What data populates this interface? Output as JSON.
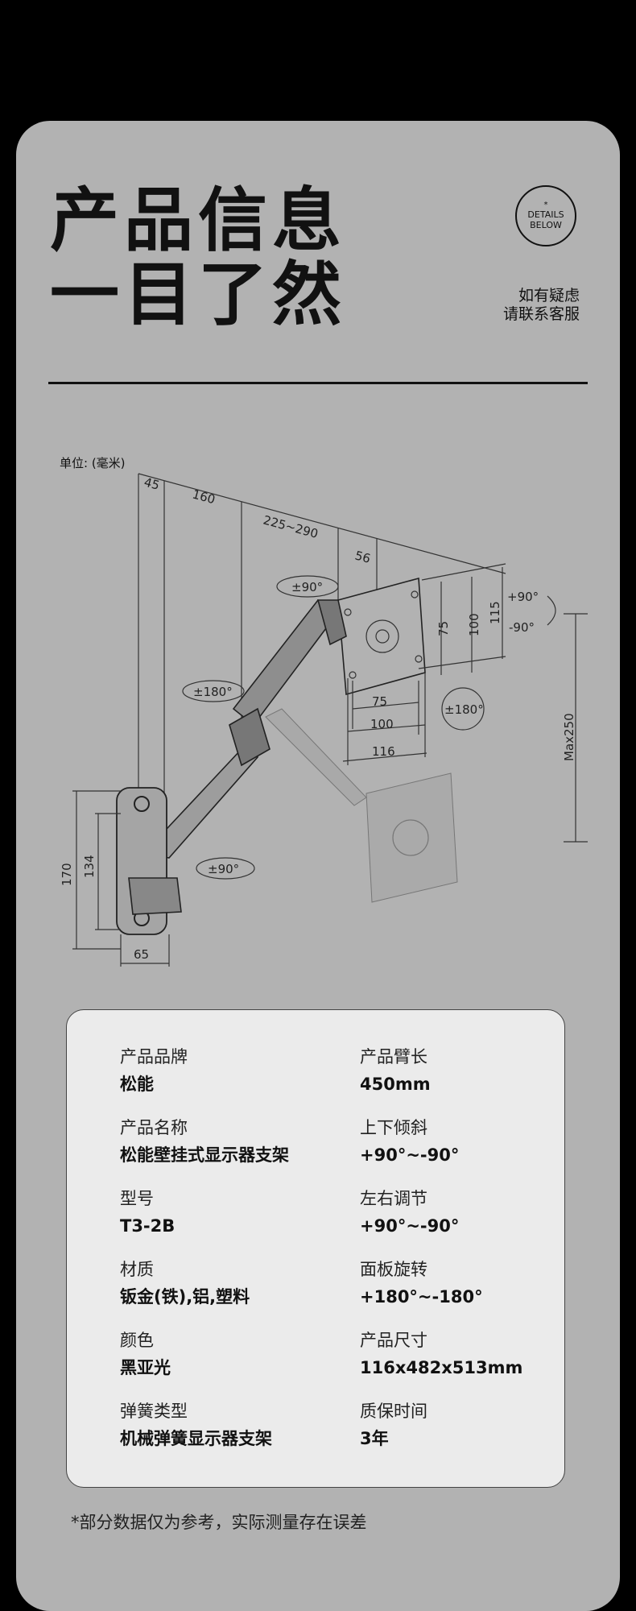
{
  "header": {
    "title_line1": "产品信息",
    "title_line2": "一目了然",
    "badge_star": "*",
    "badge_line1": "DETAILS",
    "badge_line2": "BELOW",
    "contact_line1": "如有疑虑",
    "contact_line2": "请联系客服"
  },
  "diagram": {
    "unit_label": "单位: (毫米)",
    "dims": {
      "d45": "45",
      "d160": "160",
      "d225": "225~290",
      "d56": "56",
      "d75v": "75",
      "d100v": "100",
      "d115v": "115",
      "d75h": "75",
      "d100h": "100",
      "d116h": "116",
      "d170": "170",
      "d134": "134",
      "d65": "65",
      "max250": "Max250"
    },
    "rotations": {
      "r90a": "±90°",
      "r180a": "±180°",
      "r180b": "±180°",
      "r90b": "±90°",
      "tilt_up": "+90°",
      "tilt_down": "-90°"
    }
  },
  "specs": [
    {
      "label": "产品品牌",
      "value": "松能"
    },
    {
      "label": "产品臂长",
      "value": "450mm"
    },
    {
      "label": "产品名称",
      "value": "松能壁挂式显示器支架"
    },
    {
      "label": "上下倾斜",
      "value": "+90°~-90°"
    },
    {
      "label": "型号",
      "value": "T3-2B"
    },
    {
      "label": "左右调节",
      "value": "+90°~-90°"
    },
    {
      "label": "材质",
      "value": "钣金(铁),铝,塑料"
    },
    {
      "label": "面板旋转",
      "value": "+180°~-180°"
    },
    {
      "label": "颜色",
      "value": "黑亚光"
    },
    {
      "label": "产品尺寸",
      "value": "116x482x513mm"
    },
    {
      "label": "弹簧类型",
      "value": "机械弹簧显示器支架"
    },
    {
      "label": "质保时间",
      "value": "3年"
    }
  ],
  "footnote": "*部分数据仅为参考，实际测量存在误差"
}
